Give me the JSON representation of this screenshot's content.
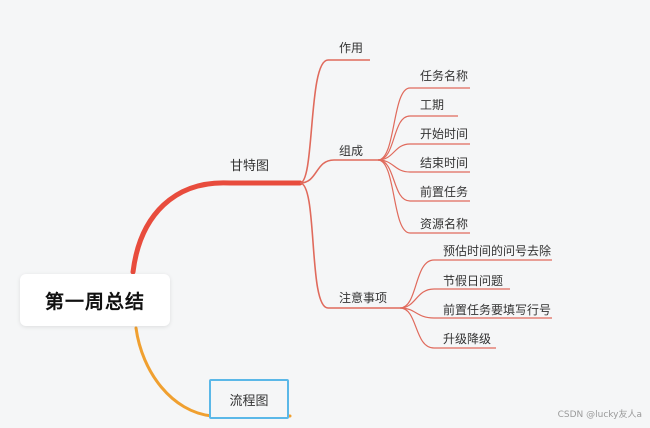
{
  "root": {
    "label": "第一周总结"
  },
  "branches": {
    "gantt": {
      "label": "甘特图",
      "children": {
        "purpose": {
          "label": "作用"
        },
        "composition": {
          "label": "组成",
          "items": [
            "任务名称",
            "工期",
            "开始时间",
            "结束时间",
            "前置任务",
            "资源名称"
          ]
        },
        "notes": {
          "label": "注意事项",
          "items": [
            "预估时间的问号去除",
            "节假日问题",
            "前置任务要填写行号",
            "升级降级"
          ]
        }
      }
    },
    "flowchart": {
      "label": "流程图"
    }
  },
  "watermark": "CSDN @lucky友人a",
  "colors": {
    "branch_red": "#e84c3d",
    "branch_orange": "#f0a030",
    "line_red": "#e06a5c",
    "selection_border": "#5bb8e8",
    "background": "#f5f6f7"
  }
}
